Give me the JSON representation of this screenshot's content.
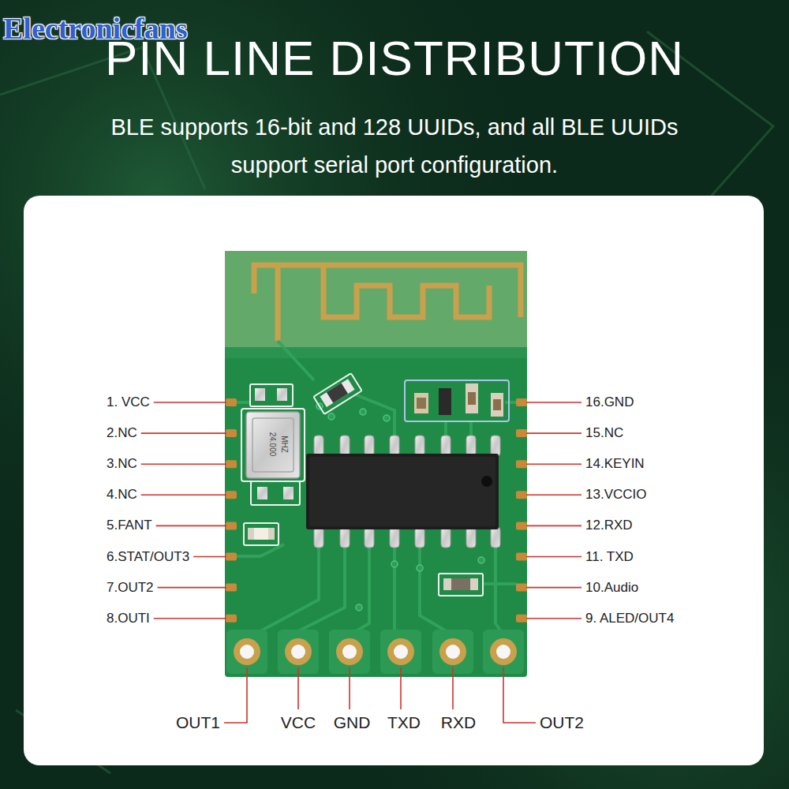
{
  "diagram": {
    "title": "PIN LINE DISTRIBUTION",
    "caption": "BLE supports 16-bit and 128 UUIDs, and all BLE UUIDs support serial port configuration.",
    "labels": [
      "Electronicfans",
      "1. VCC",
      "2.NC",
      "3.NC",
      "4.NC",
      "5.FANT",
      "6.STAT/OUT3",
      "7.OUT2",
      "8.OUTI",
      "16.GND",
      "15.NC",
      "14.KEYIN",
      "13.VCCIO",
      "12.RXD",
      "11. TXD",
      "10.Audio",
      "9. ALED/OUT4",
      "24.000",
      "MHZ",
      "OUT1",
      "VCC",
      "GND",
      "TXD",
      "RXD",
      "OUT2"
    ]
  }
}
